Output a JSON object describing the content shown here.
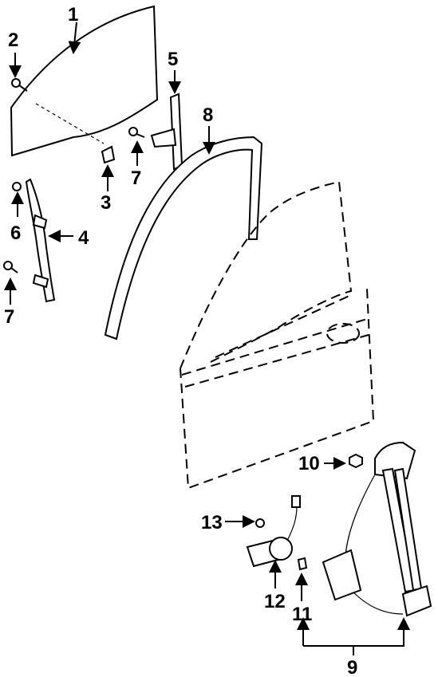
{
  "diagram": {
    "callouts": [
      {
        "id": "1",
        "label": "1"
      },
      {
        "id": "2",
        "label": "2"
      },
      {
        "id": "3",
        "label": "3"
      },
      {
        "id": "4",
        "label": "4"
      },
      {
        "id": "5",
        "label": "5"
      },
      {
        "id": "6",
        "label": "6"
      },
      {
        "id": "7a",
        "label": "7"
      },
      {
        "id": "7b",
        "label": "7"
      },
      {
        "id": "8",
        "label": "8"
      },
      {
        "id": "9",
        "label": "9"
      },
      {
        "id": "10",
        "label": "10"
      },
      {
        "id": "11",
        "label": "11"
      },
      {
        "id": "12",
        "label": "12"
      },
      {
        "id": "13",
        "label": "13"
      }
    ]
  }
}
